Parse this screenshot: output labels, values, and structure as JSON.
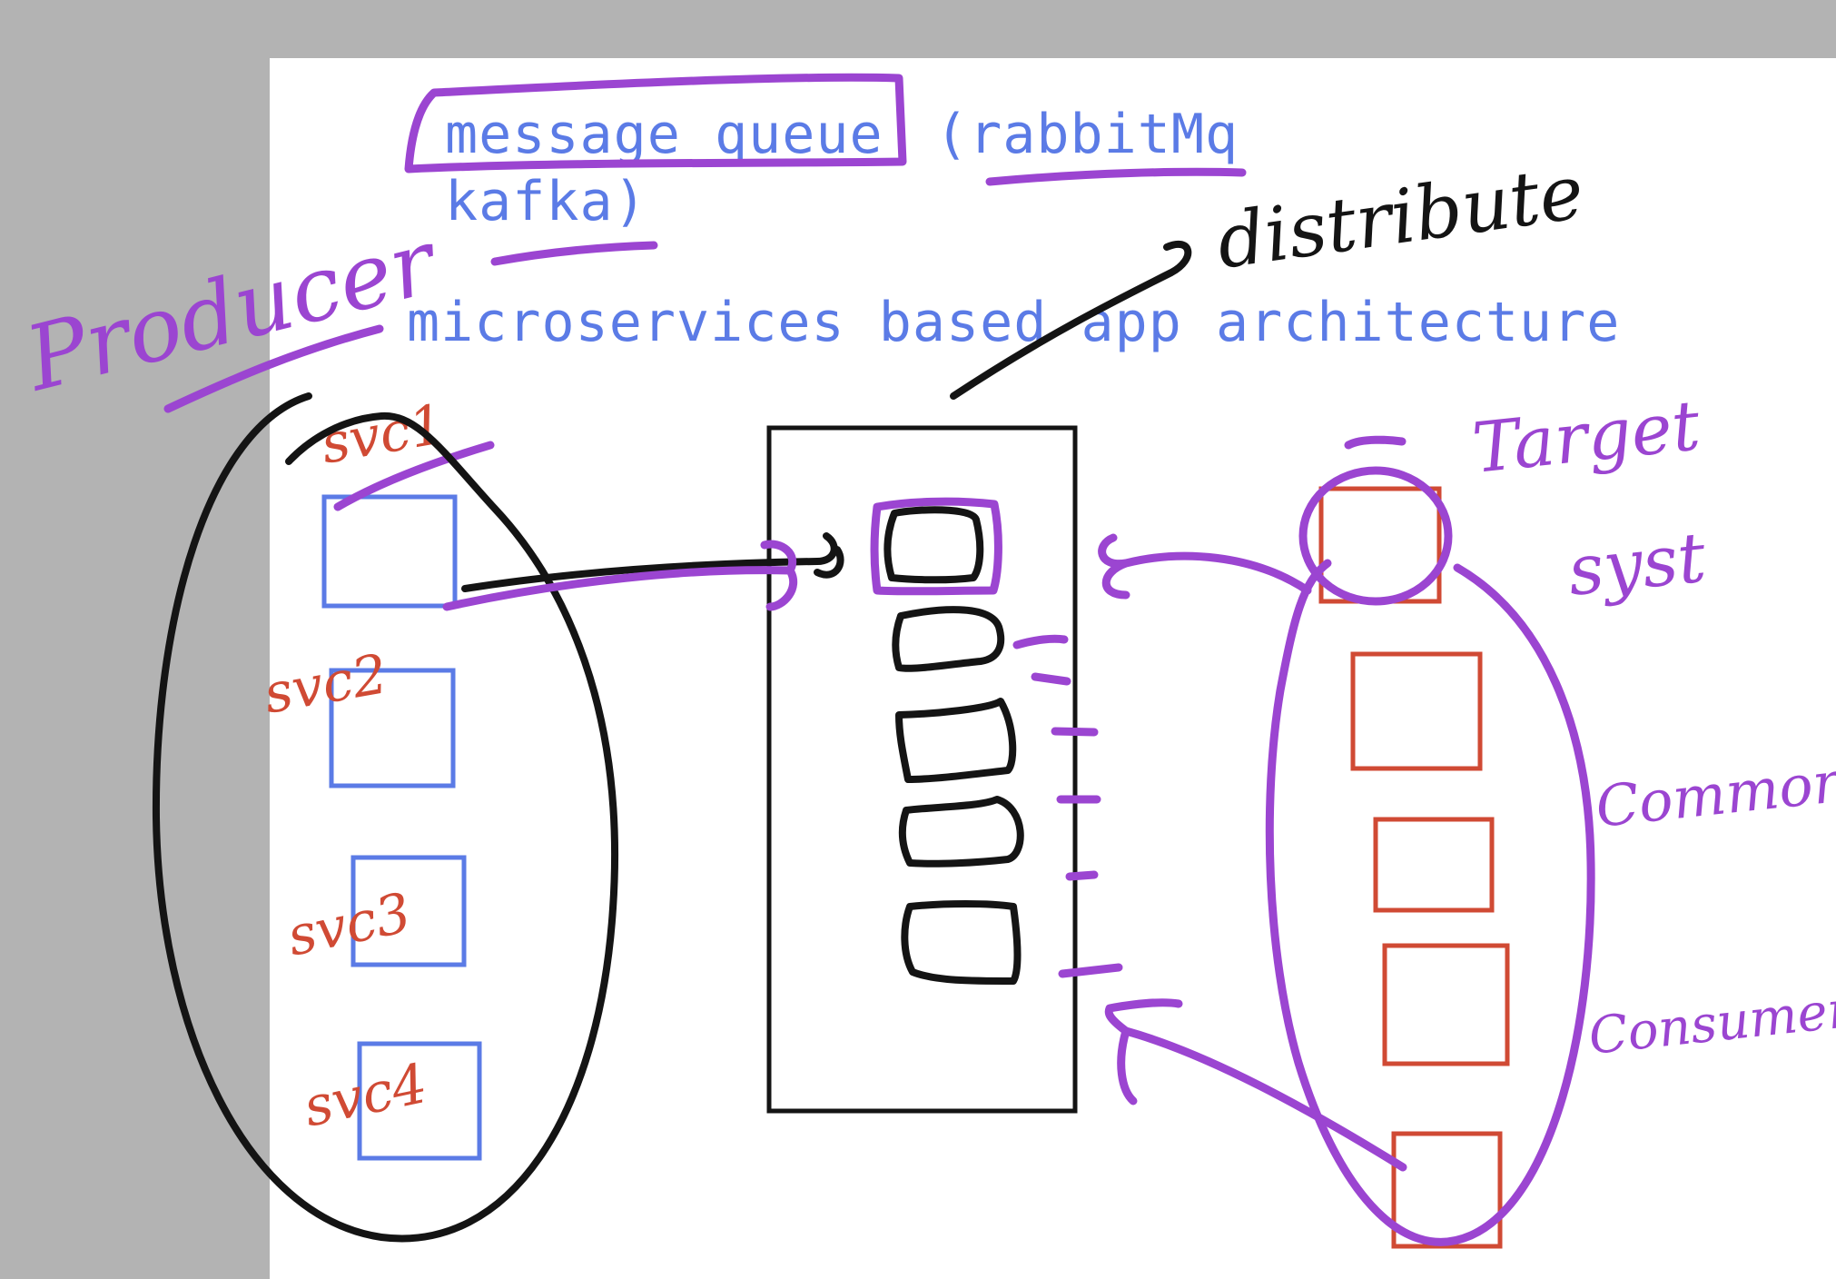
{
  "title_line1_a": "message queue",
  "title_line1_b": "(rabbitMq",
  "title_line2": "kafka)",
  "subtitle": "microservices based app architecture",
  "annotations": {
    "producer": "Producer",
    "distribute": "distribute",
    "target": "Target",
    "syst": "syst",
    "common": "Common",
    "consumers": "Consumers"
  },
  "services": [
    "svc1",
    "svc2",
    "svc3",
    "svc4"
  ],
  "colors": {
    "typed_text": "#5b7be6",
    "purple_ink": "#9b45d1",
    "black_ink": "#141414",
    "red_ink": "#d04a34",
    "page_margin": "#b3b3b3"
  }
}
